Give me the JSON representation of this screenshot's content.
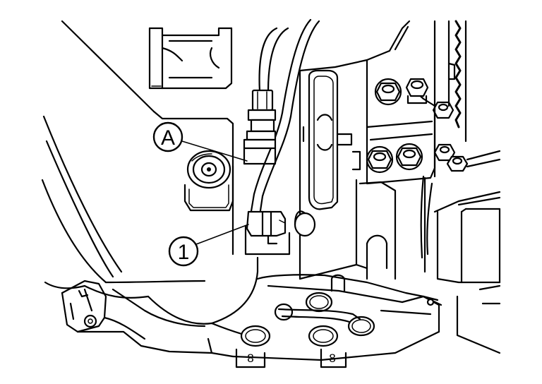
{
  "callouts": {
    "a": {
      "label": "A"
    },
    "one": {
      "label": "1"
    }
  },
  "part_marks": {
    "left": "8",
    "right": "8"
  }
}
